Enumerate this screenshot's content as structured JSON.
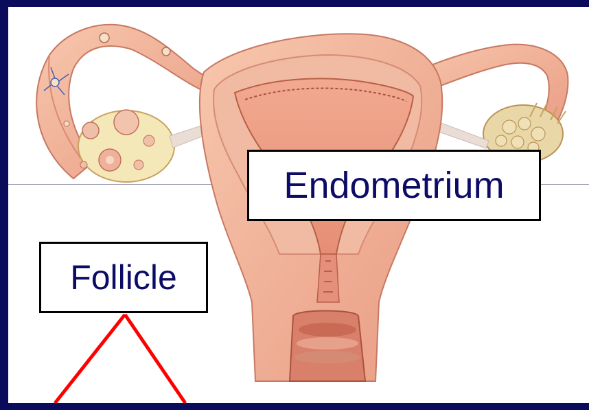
{
  "slide": {
    "labels": {
      "endometrium": "Endometrium",
      "follicle": "Follicle"
    }
  },
  "colors": {
    "frame": "#0b0b5c",
    "label_text": "#0c0c66",
    "label_border": "#000000",
    "pointer_lines": "#ff0000",
    "tissue": "#f2b49b"
  },
  "illustration": {
    "subject": "uterus-cross-section",
    "parts": [
      "fallopian-tube-left",
      "ovary-left",
      "uterine-body",
      "endometrium",
      "cervix",
      "fallopian-tube-right",
      "ovary-right"
    ]
  }
}
